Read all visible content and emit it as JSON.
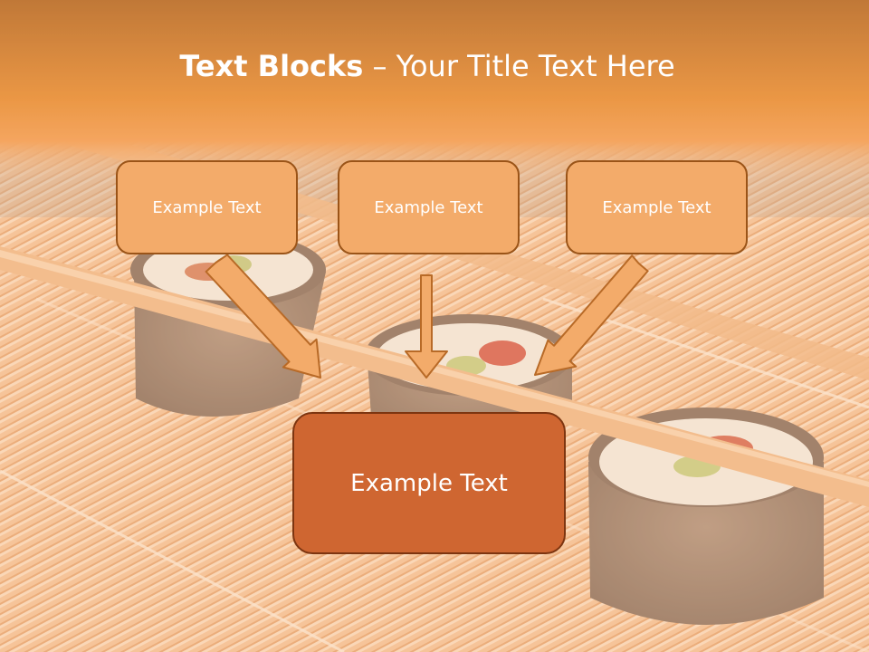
{
  "title": {
    "bold": "Text Blocks",
    "rest": " – Your Title Text Here"
  },
  "boxes": [
    {
      "label": "Example Text"
    },
    {
      "label": "Example Text"
    },
    {
      "label": "Example Text"
    }
  ],
  "target_box": {
    "label": "Example Text"
  },
  "colors": {
    "header": "#e8923a",
    "box_fill": "#f3ab6a",
    "target_fill": "#cf6631",
    "arrow_fill": "#f3ab6a",
    "arrow_stroke": "#b86a27"
  }
}
